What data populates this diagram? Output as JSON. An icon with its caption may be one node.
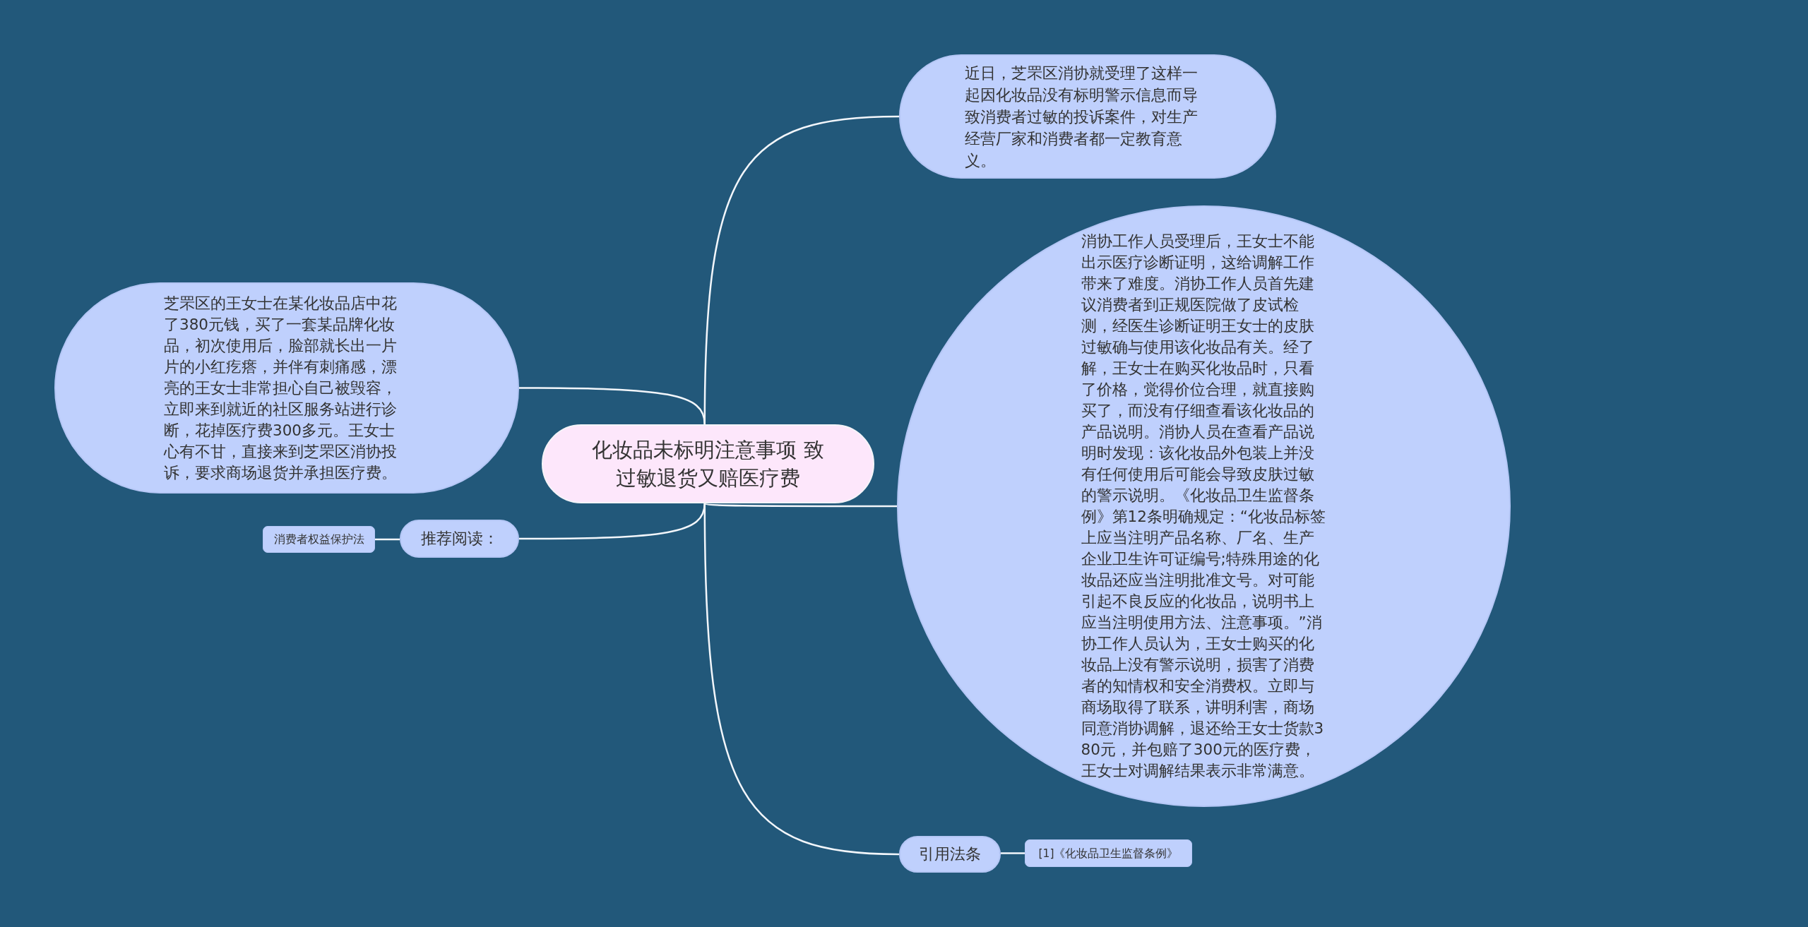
{
  "diagram": {
    "nodes": [
      {
        "text": [
          "化妆品未标明注意事项  致过敏退货又赔医疗费"
        ]
      },
      {
        "text": [
          "近日，芝罘区消协就受理了这样一起因化妆品没有标明警示信息而导致消费者过敏的投诉案件，对生产经营厂家和消费者都一定教育意义。"
        ]
      },
      {
        "text": [
          "消协工作人员受理后，王女士不能出示医疗诊断证明，这给调解工作带来了难度。消协工作人员首先建议消费者到正规医院做了皮试检测，经医生诊断证明王女士的皮肤过敏确与使用该化妆品有关。经了解，王女士在购买化妆品时，只看了价格，觉得价位合理，就直接购买了，而没有仔细查看该化妆品的产品说明。消协人员在查看产品说明时发现：该化妆品外包装上并没有任何使用后可能会导致皮肤过敏的警示说明。《化妆品卫生监督条例》第12条明确规定：“化妆品标签上应当注明产品名称、厂名、生产企业卫生许可证编号;特殊用途的化妆品还应当注明批准文号。对可能引起不良反应的化妆品，说明书上应当注明使用方法、注意事项。”消协工作人员认为，王女士购买的化妆品上没有警示说明，损害了消费者的知情权和安全消费权。立即与商场取得了联系，讲明利害，商场同意消协调解，退还给王女士货款380元，并包赔了300元的医疗费，王女士对调解结果表示非常满意。"
        ]
      },
      {
        "text": [
          "芝罘区的王女士在某化妆品店中花了380元钱，买了一套某品牌化妆品，初次使用后，脸部就长出一片片的小红疙瘩，并伴有刺痛感，漂亮的王女士非常担心自己被毁容，立即来到就近的社区服务站进行诊断，花掉医疗费300多元。王女士心有不甘，直接来到芝罘区消协投诉，要求商场退货并承担医疗费。"
        ]
      },
      {
        "text": [
          "推荐阅读："
        ]
      },
      {
        "text": [
          "消费者权益保护法"
        ]
      },
      {
        "text": [
          "引用法条"
        ]
      },
      {
        "text": [
          "[1]《化妆品卫生监督条例》"
        ]
      }
    ],
    "edges": [
      {
        "from": 0,
        "to": 1,
        "arrow": "none"
      },
      {
        "from": 0,
        "to": 2,
        "arrow": "none"
      },
      {
        "from": 0,
        "to": 3,
        "arrow": "none"
      },
      {
        "from": 0,
        "to": 4,
        "arrow": "none"
      },
      {
        "from": 4,
        "to": 5,
        "arrow": "none"
      },
      {
        "from": 0,
        "to": 6,
        "arrow": "none"
      },
      {
        "from": 6,
        "to": 7,
        "arrow": "none"
      }
    ]
  }
}
